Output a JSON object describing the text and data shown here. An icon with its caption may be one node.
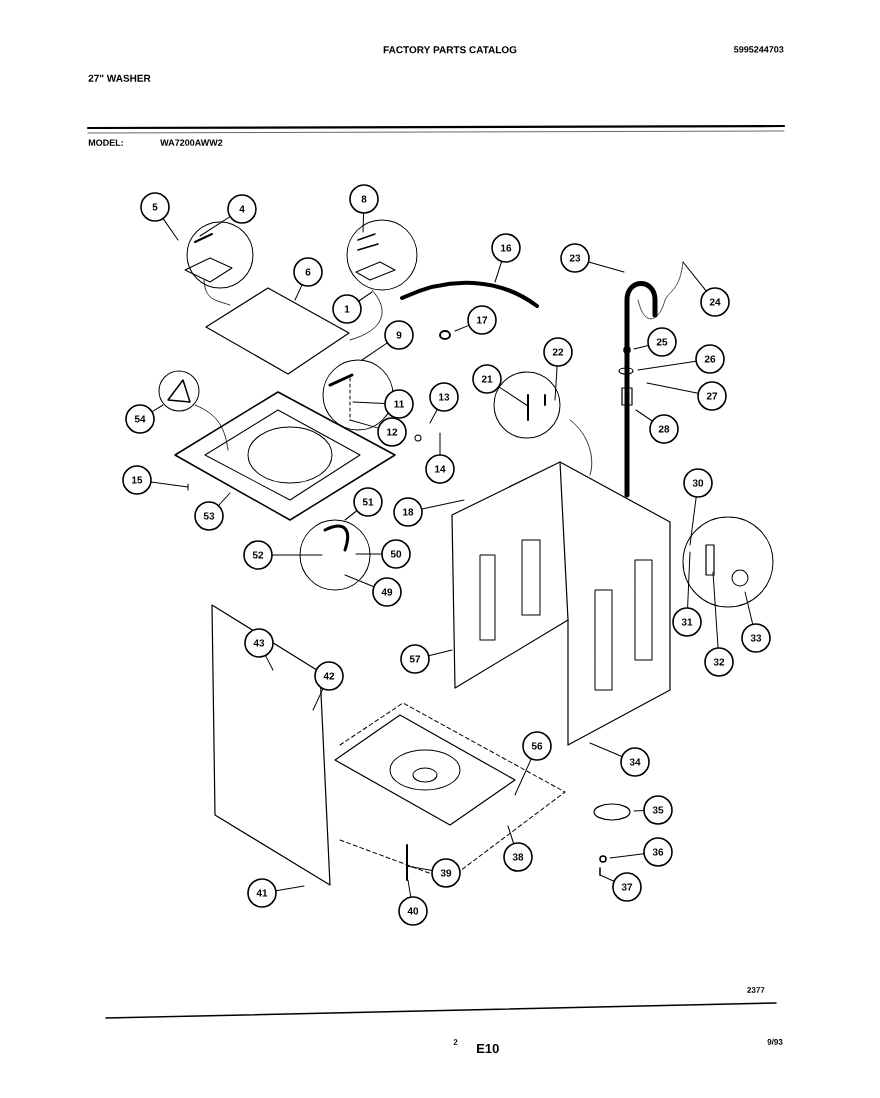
{
  "diagram": {
    "nodes": [
      {
        "text": [
          "8"
        ]
      },
      {
        "text": [
          "5"
        ]
      },
      {
        "text": [
          "4"
        ]
      },
      {
        "text": [
          "16"
        ]
      },
      {
        "text": [
          "23"
        ]
      },
      {
        "text": [
          "6"
        ]
      },
      {
        "text": [
          "24"
        ]
      },
      {
        "text": [
          "1"
        ]
      },
      {
        "text": [
          "17"
        ]
      },
      {
        "text": [
          "9"
        ]
      },
      {
        "text": [
          "25"
        ]
      },
      {
        "text": [
          "22"
        ]
      },
      {
        "text": [
          "26"
        ]
      },
      {
        "text": [
          "21"
        ]
      },
      {
        "text": [
          "27"
        ]
      },
      {
        "text": [
          "13"
        ]
      },
      {
        "text": [
          "11"
        ]
      },
      {
        "text": [
          "54"
        ]
      },
      {
        "text": [
          "28"
        ]
      },
      {
        "text": [
          "12"
        ]
      },
      {
        "text": [
          "14"
        ]
      },
      {
        "text": [
          "15"
        ]
      },
      {
        "text": [
          "30"
        ]
      },
      {
        "text": [
          "51"
        ]
      },
      {
        "text": [
          "18"
        ]
      },
      {
        "text": [
          "53"
        ]
      },
      {
        "text": [
          "52"
        ]
      },
      {
        "text": [
          "50"
        ]
      },
      {
        "text": [
          "49"
        ]
      },
      {
        "text": [
          "31"
        ]
      },
      {
        "text": [
          "33"
        ]
      },
      {
        "text": [
          "43"
        ]
      },
      {
        "text": [
          "57"
        ]
      },
      {
        "text": [
          "32"
        ]
      },
      {
        "text": [
          "42"
        ]
      },
      {
        "text": [
          "56"
        ]
      },
      {
        "text": [
          "34"
        ]
      },
      {
        "text": [
          "35"
        ]
      },
      {
        "text": [
          "36"
        ]
      },
      {
        "text": [
          "38"
        ]
      },
      {
        "text": [
          "39"
        ]
      },
      {
        "text": [
          "37"
        ]
      },
      {
        "text": [
          "41"
        ]
      },
      {
        "text": [
          "40"
        ]
      }
    ],
    "edges": [
      {
        "from": 0,
        "to": null,
        "arrow": "none"
      },
      {
        "from": 1,
        "to": null,
        "arrow": "none"
      },
      {
        "from": 2,
        "to": null,
        "arrow": "none"
      },
      {
        "from": 3,
        "to": null,
        "arrow": "none"
      },
      {
        "from": 4,
        "to": null,
        "arrow": "none"
      },
      {
        "from": 5,
        "to": null,
        "arrow": "none"
      },
      {
        "from": 6,
        "to": null,
        "arrow": "none"
      },
      {
        "from": 7,
        "to": null,
        "arrow": "none"
      },
      {
        "from": 8,
        "to": null,
        "arrow": "none"
      },
      {
        "from": 9,
        "to": null,
        "arrow": "none"
      },
      {
        "from": 10,
        "to": null,
        "arrow": "none"
      },
      {
        "from": 11,
        "to": null,
        "arrow": "none"
      },
      {
        "from": 12,
        "to": null,
        "arrow": "none"
      },
      {
        "from": 13,
        "to": null,
        "arrow": "none"
      },
      {
        "from": 14,
        "to": null,
        "arrow": "none"
      },
      {
        "from": 15,
        "to": null,
        "arrow": "none"
      },
      {
        "from": 16,
        "to": null,
        "arrow": "none"
      },
      {
        "from": 17,
        "to": null,
        "arrow": "none"
      },
      {
        "from": 18,
        "to": null,
        "arrow": "none"
      },
      {
        "from": 19,
        "to": null,
        "arrow": "none"
      },
      {
        "from": 20,
        "to": null,
        "arrow": "none"
      },
      {
        "from": 21,
        "to": null,
        "arrow": "none"
      },
      {
        "from": 22,
        "to": null,
        "arrow": "none"
      },
      {
        "from": 23,
        "to": null,
        "arrow": "none"
      },
      {
        "from": 24,
        "to": null,
        "arrow": "none"
      },
      {
        "from": 25,
        "to": null,
        "arrow": "none"
      },
      {
        "from": 26,
        "to": null,
        "arrow": "none"
      },
      {
        "from": 27,
        "to": null,
        "arrow": "none"
      },
      {
        "from": 28,
        "to": null,
        "arrow": "none"
      },
      {
        "from": 29,
        "to": null,
        "arrow": "none"
      },
      {
        "from": 30,
        "to": null,
        "arrow": "none"
      },
      {
        "from": 31,
        "to": null,
        "arrow": "none"
      },
      {
        "from": 32,
        "to": null,
        "arrow": "none"
      },
      {
        "from": 33,
        "to": null,
        "arrow": "none"
      },
      {
        "from": 34,
        "to": null,
        "arrow": "none"
      },
      {
        "from": 35,
        "to": null,
        "arrow": "none"
      },
      {
        "from": 36,
        "to": null,
        "arrow": "none"
      },
      {
        "from": 37,
        "to": null,
        "arrow": "none"
      },
      {
        "from": 38,
        "to": null,
        "arrow": "none"
      },
      {
        "from": 39,
        "to": null,
        "arrow": "none"
      },
      {
        "from": 40,
        "to": null,
        "arrow": "none"
      },
      {
        "from": 41,
        "to": null,
        "arrow": "none"
      },
      {
        "from": 42,
        "to": null,
        "arrow": "none"
      },
      {
        "from": 43,
        "to": null,
        "arrow": "none"
      }
    ],
    "labels": [
      "27\" WASHER",
      "FACTORY PARTS CATALOG",
      "5995244703",
      "MODEL:",
      "WA7200AWW2",
      "2377",
      "2",
      "E10",
      "9/93"
    ]
  }
}
